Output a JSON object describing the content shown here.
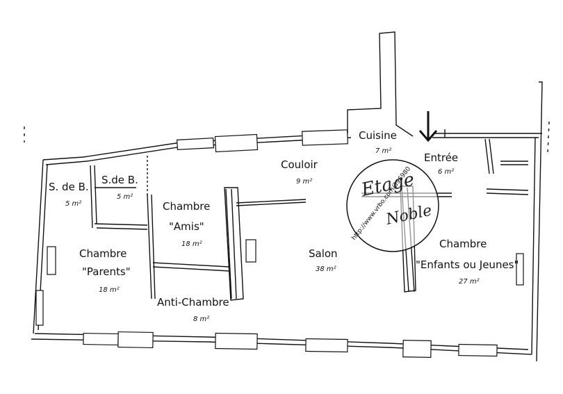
{
  "rooms": {
    "sdb1": {
      "name": "S. de B.",
      "area": "5 m²"
    },
    "sdb2": {
      "name": "S.de B.",
      "area": "5 m²"
    },
    "amis": {
      "name": "Chambre",
      "name2": "\"Amis\"",
      "area": "18 m²"
    },
    "parents": {
      "name": "Chambre",
      "name2": "\"Parents\"",
      "area": "18 m²"
    },
    "couloir": {
      "name": "Couloir",
      "area": "9 m²"
    },
    "cuisine": {
      "name": "Cuisine",
      "area": "7 m²"
    },
    "entree": {
      "name": "Entrée",
      "area": "6 m²"
    },
    "salon": {
      "name": "Salon",
      "area": "38 m²"
    },
    "enfants": {
      "name": "Chambre",
      "name2": "\"Enfants ou Jeunes\"",
      "area": "27 m²"
    },
    "anti": {
      "name": "Anti-Chambre",
      "area": "8 m²"
    }
  },
  "watermark": {
    "line1": "Etage",
    "line2": "Noble",
    "url": "http://www.vrbo.com/396980"
  },
  "colors": {
    "wall": "#111111",
    "background": "#ffffff"
  },
  "icons": {
    "entrance_marker": "arrow-down-icon"
  }
}
